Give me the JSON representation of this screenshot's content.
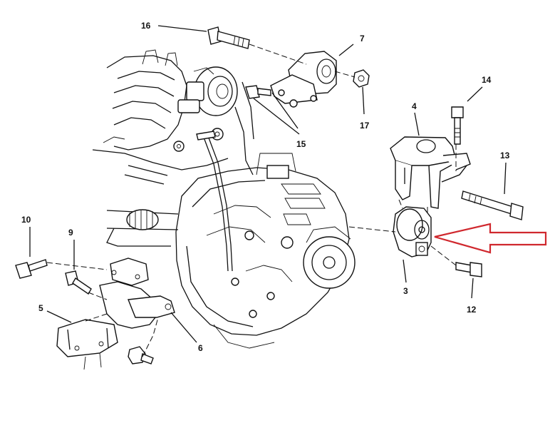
{
  "callouts": {
    "c3": "3",
    "c4": "4",
    "c5": "5",
    "c6": "6",
    "c7": "7",
    "c9": "9",
    "c10": "10",
    "c12": "12",
    "c13": "13",
    "c14": "14",
    "c15": "15",
    "c16": "16",
    "c17": "17"
  },
  "colors": {
    "line": "#111111",
    "arrow": "#d0282e",
    "background": "#ffffff"
  }
}
